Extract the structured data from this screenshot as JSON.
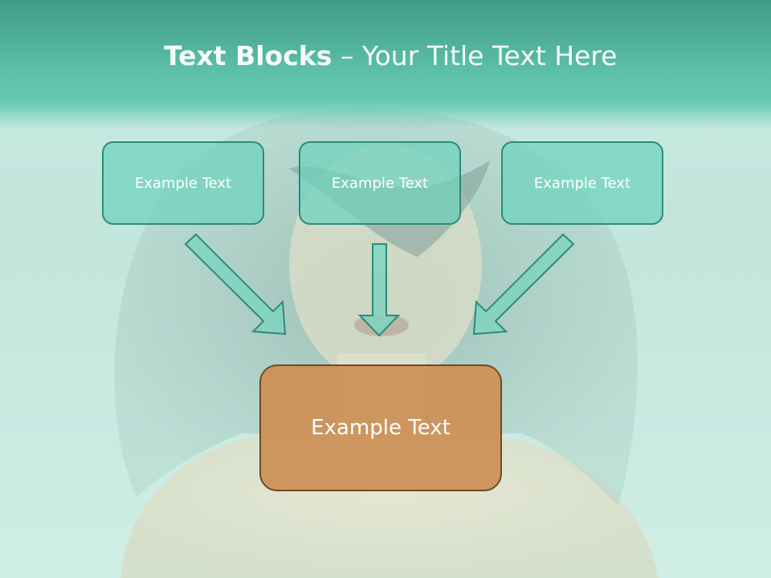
{
  "title": {
    "bold": "Text Blocks",
    "separator": " – ",
    "rest": "Your Title Text Here"
  },
  "boxes": {
    "left": "Example Text",
    "center": "Example Text",
    "right": "Example Text",
    "target": "Example Text"
  },
  "colors": {
    "header_teal": "#4fb39d",
    "small_box_fill": "#6ed2bc",
    "small_box_border": "#2f8a78",
    "target_box_fill": "#cc8f56",
    "target_box_border": "#6e4a22",
    "arrow_fill": "#7fd3bf",
    "arrow_stroke": "#2f8a78"
  },
  "icons": {
    "arrow_left": "arrow-down-right-icon",
    "arrow_center": "arrow-down-icon",
    "arrow_right": "arrow-down-left-icon"
  }
}
